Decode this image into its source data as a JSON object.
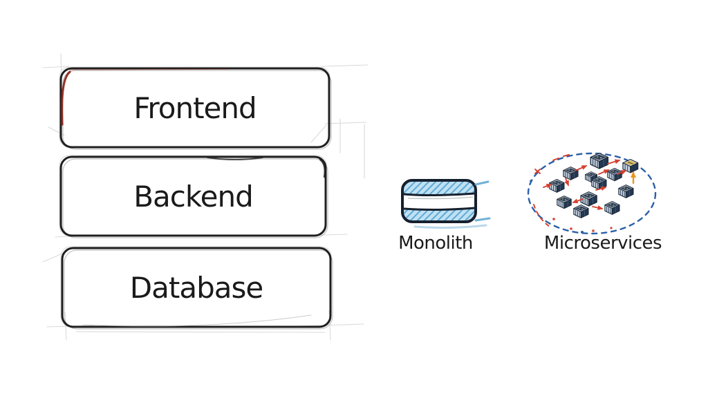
{
  "colors": {
    "ink": "#1f1f1f",
    "red_accent": "#a32015",
    "red_edge": "#8a1d12",
    "sketch_gray": "#a8a8a8",
    "sketch_light": "#d4d4d4",
    "mono_outline": "#16202e",
    "mono_fill": "#bfe1f3",
    "mono_hatch": "#5fa9d4",
    "mono_blue": "#63a9d2",
    "ms_navy": "#2e4158",
    "ms_navy_dark": "#243750",
    "ms_face": "#c6d1de",
    "ms_rim": "#e9eef4",
    "ms_outline": "#1b2838",
    "ms_yellow": "#d9b85a",
    "arrow_red": "#d6402e",
    "arrow_orange": "#eb9420",
    "dash_blue": "#2a5fa8",
    "paper": "#ffffff",
    "text": "#1a1a1a"
  },
  "diagram": {
    "style": "hand-drawn whiteboard sketch",
    "stack": {
      "boxes": [
        {
          "label": "Frontend"
        },
        {
          "label": "Backend"
        },
        {
          "label": "Database"
        }
      ]
    },
    "monolith": {
      "label": "Monolith"
    },
    "microservices": {
      "label": "Microservices"
    }
  }
}
